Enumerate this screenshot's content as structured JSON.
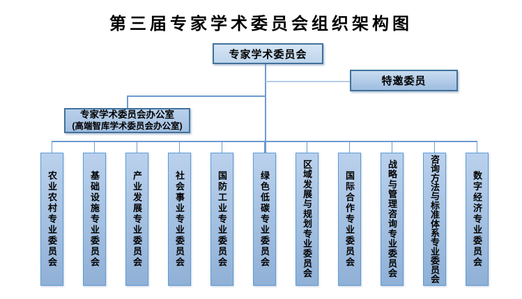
{
  "title": "第三届专家学术委员会组织架构图",
  "chart": {
    "root": "专家学术委员会",
    "invited": "特邀委员",
    "office_line1": "专家学术委员会办公室",
    "office_line2": "(高端智库学术委员会办公室)",
    "committees": [
      "农业农村专业委员会",
      "基础设施专业委员会",
      "产业发展专业委员会",
      "社会事业专业委员会",
      "国防工业专业委员会",
      "绿色低碳专业委员会",
      "区域发展与规划专业委员会",
      "国际合作专业委员会",
      "战略与管理咨询专业委员会",
      "咨询方法与标准体系专业委员会",
      "数字经济专业委员会"
    ]
  },
  "colors": {
    "border_dark": "#41719c",
    "border_mid": "#5b9bd5",
    "line": "#6d9ad0",
    "line_light": "#b6cbe8",
    "fill_light": "#c9def2",
    "fill_mid": "#a5c2e2",
    "text": "#000000"
  },
  "layout_values": {
    "committee_count": "11"
  }
}
